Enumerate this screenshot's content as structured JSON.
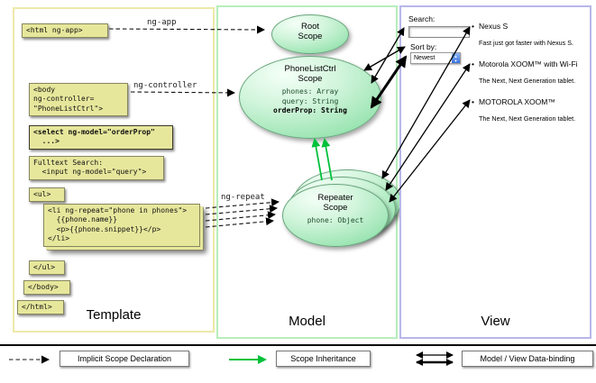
{
  "colors": {
    "template_border": "#eee9a9",
    "model_border": "#b7eebb",
    "view_border": "#b7b7ea",
    "code_box_bg": "#e7e79c",
    "scope_green": "#85dba0",
    "inheritance_green": "#00c13b",
    "arrow_black": "#000000"
  },
  "template_panel": {
    "label": "Template",
    "html_ng_app": "<html ng-app>",
    "body_open": "<body\nng-controller=\n\"PhoneListCtrl\">",
    "select_order_prop": "<select ng-model=\"orderProp\"\n  ...>",
    "fulltext_search": "Fulltext Search:\n  <input ng-model=\"query\">",
    "ul_open": "<ul>",
    "li_ng_repeat": "<li ng-repeat=\"phone in phones\">\n  {{phone.name}}\n  <p>{{phone.snippet}}</p>\n</li>",
    "ul_close": "</ul>",
    "body_close": "</body>",
    "html_close": "</html>"
  },
  "model_panel": {
    "label": "Model",
    "root_scope": {
      "title": "Root\nScope"
    },
    "ctrl_scope": {
      "title": "PhoneListCtrl\nScope",
      "props": "phones: Array\nquery: String",
      "bold_prop": "orderProp: String"
    },
    "repeater_scope": {
      "title": "Repeater\nScope",
      "prop": "phone: Object"
    }
  },
  "view_panel": {
    "label": "View",
    "search_label": "Search:",
    "sort_label": "Sort by:",
    "sort_value": "Newest",
    "items": [
      {
        "name": "Nexus S",
        "snippet": "Fast just got faster with Nexus S."
      },
      {
        "name": "Motorola XOOM™ with Wi-Fi",
        "snippet": "The Next, Next Generation tablet."
      },
      {
        "name": "MOTOROLA XOOM™",
        "snippet": "The Next, Next Generation tablet."
      }
    ]
  },
  "arrow_labels": {
    "ng_app": "ng-app",
    "ng_controller": "ng-controller",
    "ng_repeat": "ng-repeat"
  },
  "legend": {
    "implicit_scope": "Implicit Scope Declaration",
    "scope_inheritance": "Scope Inheritance",
    "data_binding": "Model / View Data-binding"
  }
}
